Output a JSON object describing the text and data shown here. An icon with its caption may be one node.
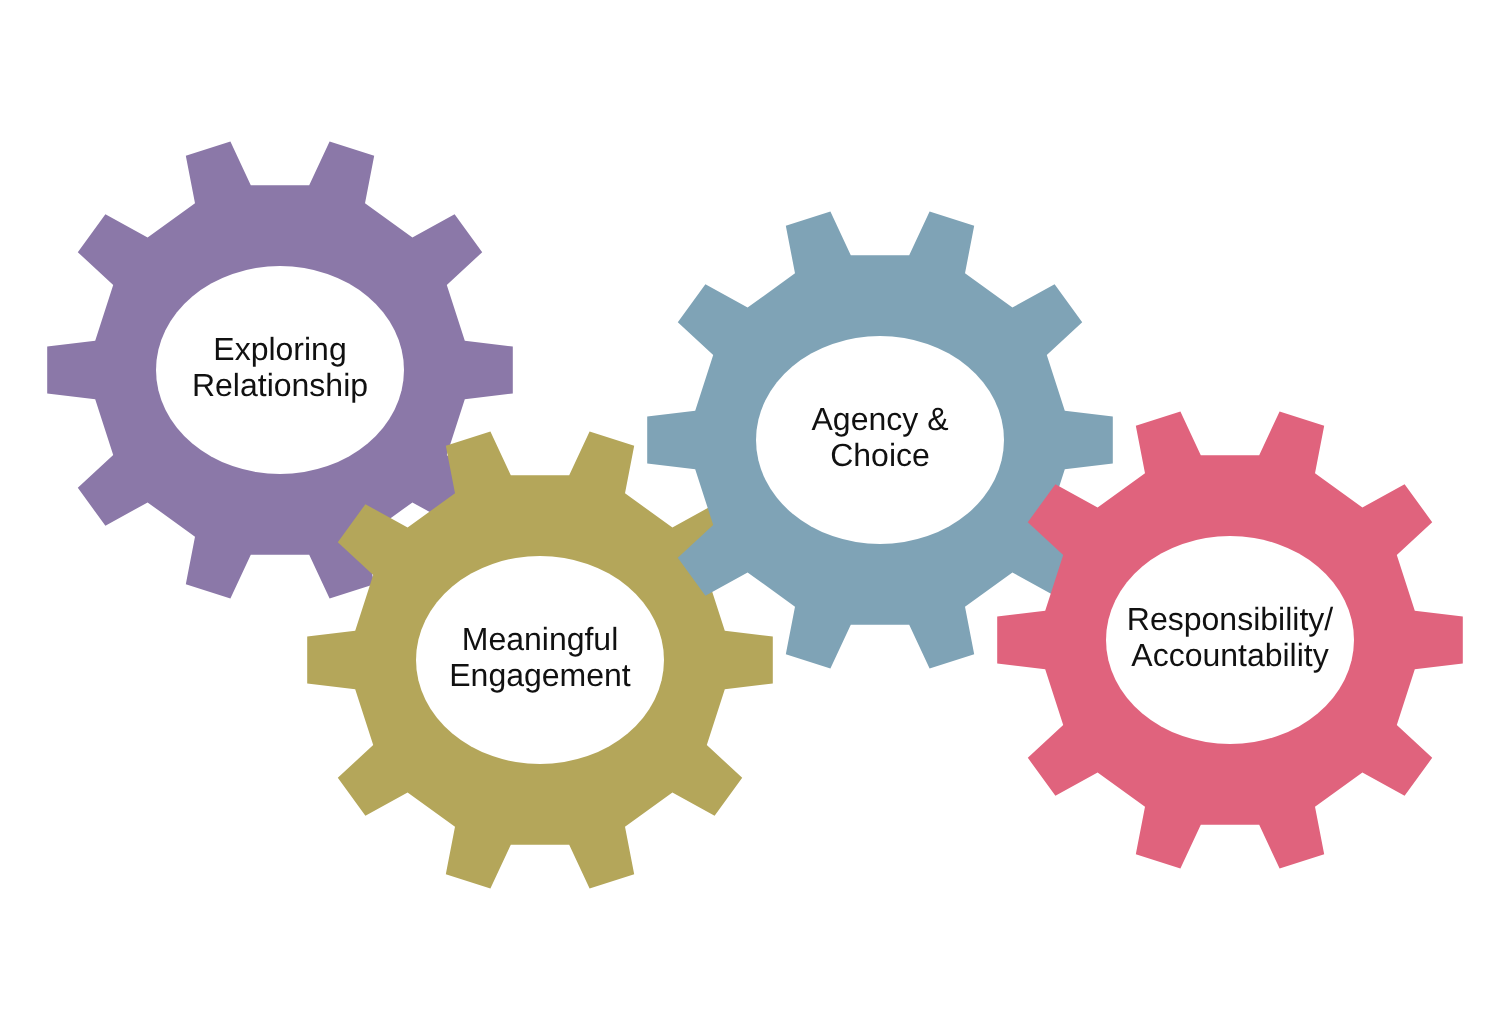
{
  "diagram": {
    "nodes": [
      {
        "text": [
          "Exploring Relationship"
        ]
      },
      {
        "text": [
          "Meaningful Engagement"
        ]
      },
      {
        "text": [
          "Agency & Choice"
        ]
      },
      {
        "text": [
          "Responsibility/ Accountability"
        ]
      }
    ]
  }
}
